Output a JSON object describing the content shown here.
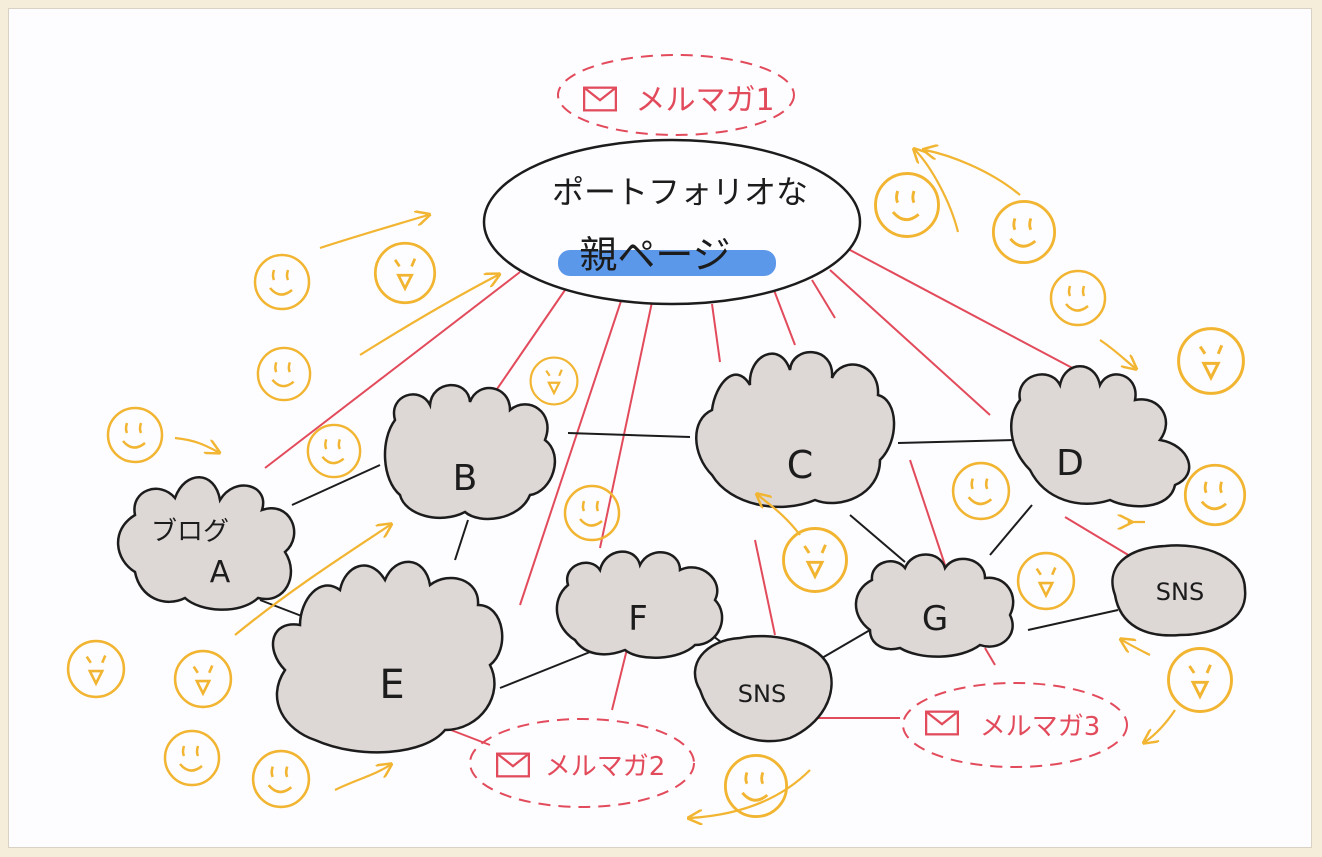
{
  "colors": {
    "pink_line": "#e24b5b",
    "orange": "#f2b531",
    "cloud_fill": "#ddd7d6",
    "highlight": "#3f86e6",
    "ink": "#1c1c1c"
  },
  "parent": {
    "line1": "ポートフォリオな",
    "line2": "親ページ"
  },
  "nodes": {
    "a": {
      "line1": "ブログ",
      "line2": "A"
    },
    "b": "B",
    "c": "C",
    "d": "D",
    "e": "E",
    "f": "F",
    "g": "G",
    "sns1": "SNS",
    "sns2": "SNS"
  },
  "mail": {
    "m1": "メルマガ1",
    "m2": "メルマガ2",
    "m3": "メルマガ3"
  },
  "icons": [
    "envelope-icon",
    "smiley-face-icon",
    "arrow-icon",
    "cloud-node-icon"
  ]
}
